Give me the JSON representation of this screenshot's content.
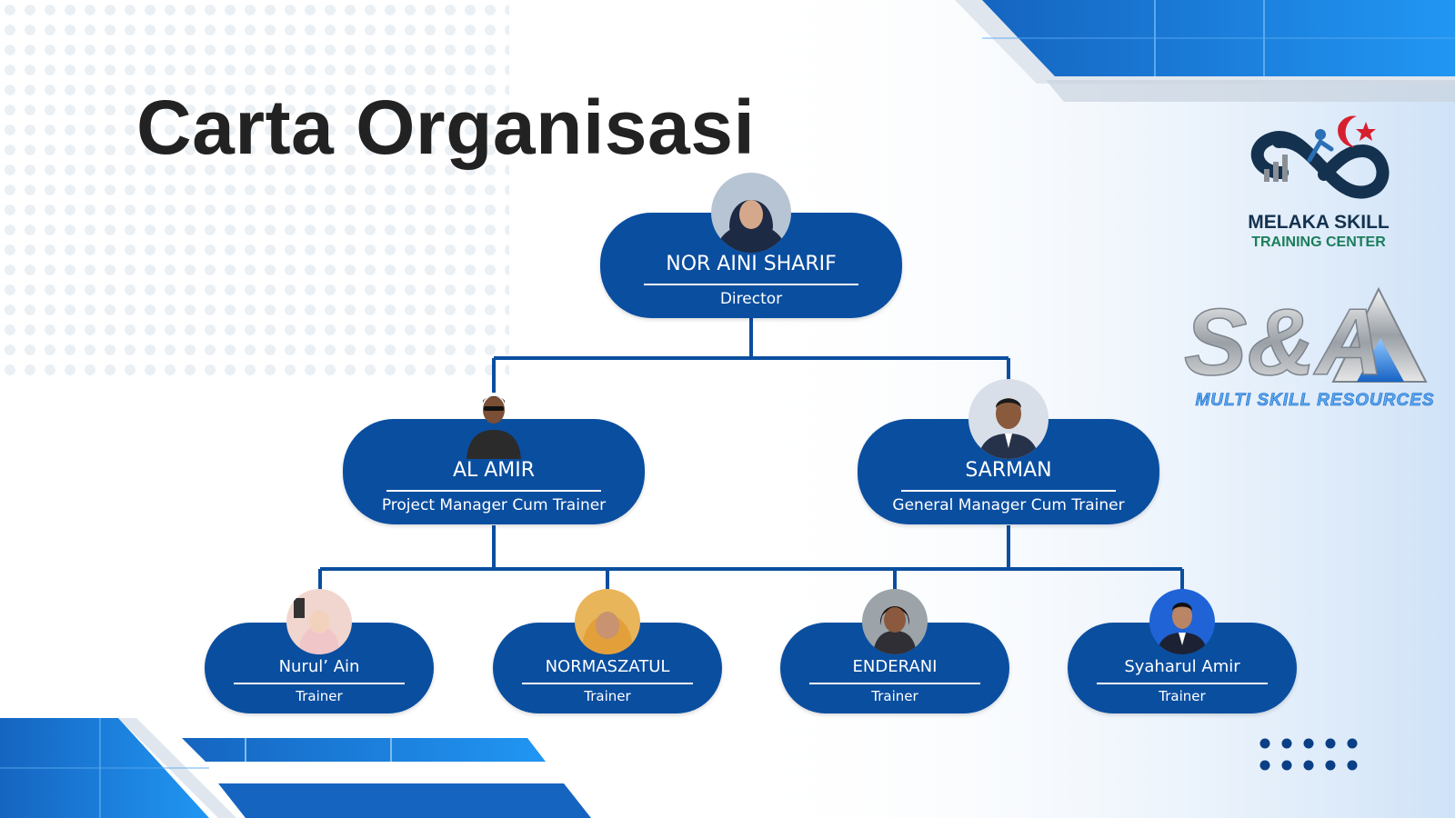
{
  "title": "Carta Organisasi",
  "colors": {
    "node": "#0a4ea0",
    "connector": "#0a4ea0",
    "title": "#222222",
    "accent": "#1e88e5"
  },
  "logos": {
    "msc": {
      "line1": "MELAKA SKILL",
      "line2": "TRAINING CENTER",
      "icon": "infinity-figure-logo"
    },
    "sa": {
      "mark": "S&A",
      "tagline": "MULTI SKILL RESOURCES",
      "icon": "sa-mountain-logo"
    }
  },
  "org": {
    "director": {
      "name": "NOR AINI SHARIF",
      "role": "Director",
      "photo": "director-photo"
    },
    "managers": [
      {
        "name": "AL AMIR",
        "role": "Project Manager Cum Trainer",
        "photo": "al-amir-photo"
      },
      {
        "name": "SARMAN",
        "role": "General Manager Cum Trainer",
        "photo": "sarman-photo"
      }
    ],
    "trainers": [
      {
        "name": "Nurul’ Ain",
        "role": "Trainer",
        "photo": "nurul-ain-photo"
      },
      {
        "name": "NORMASZATUL",
        "role": "Trainer",
        "photo": "normaszatul-photo"
      },
      {
        "name": "ENDERANI",
        "role": "Trainer",
        "photo": "enderani-photo"
      },
      {
        "name": "Syaharul Amir",
        "role": "Trainer",
        "photo": "syaharul-amir-photo"
      }
    ]
  }
}
